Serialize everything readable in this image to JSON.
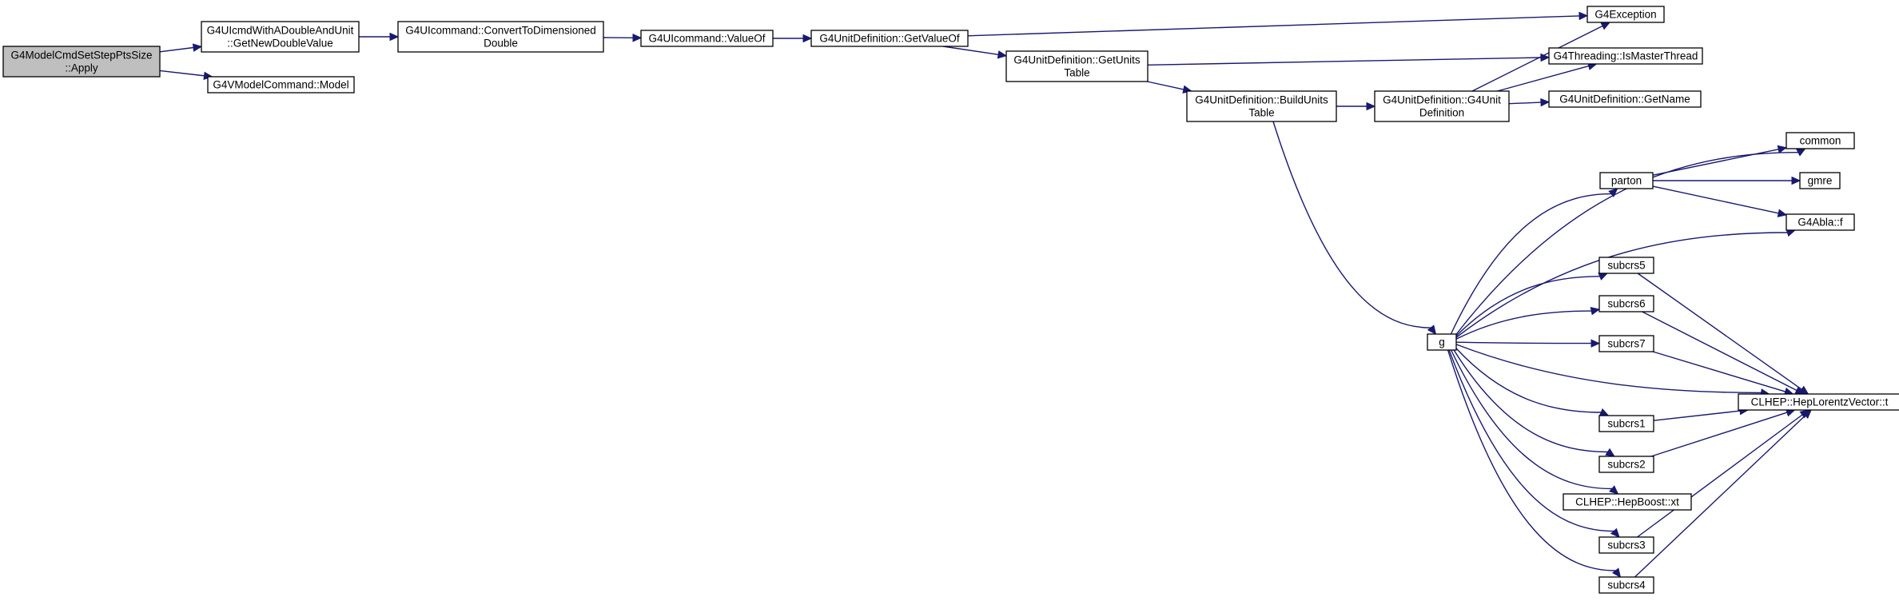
{
  "nodes": [
    {
      "id": "apply",
      "lines": [
        "G4ModelCmdSetStepPtsSize",
        "::Apply"
      ],
      "highlight": true
    },
    {
      "id": "getnewdouble",
      "lines": [
        "G4UIcmdWithADoubleAndUnit",
        "::GetNewDoubleValue"
      ]
    },
    {
      "id": "model",
      "lines": [
        "G4VModelCommand::Model"
      ]
    },
    {
      "id": "convert",
      "lines": [
        "G4UIcommand::ConvertToDimensioned",
        "Double"
      ]
    },
    {
      "id": "valueof",
      "lines": [
        "G4UIcommand::ValueOf"
      ]
    },
    {
      "id": "getvalueof",
      "lines": [
        "G4UnitDefinition::GetValueOf"
      ]
    },
    {
      "id": "getunitstable",
      "lines": [
        "G4UnitDefinition::GetUnits",
        "Table"
      ]
    },
    {
      "id": "g4exception",
      "lines": [
        "G4Exception"
      ]
    },
    {
      "id": "ismaster",
      "lines": [
        "G4Threading::IsMasterThread"
      ]
    },
    {
      "id": "buildunits",
      "lines": [
        "G4UnitDefinition::BuildUnits",
        "Table"
      ]
    },
    {
      "id": "g4unitdef",
      "lines": [
        "G4UnitDefinition::G4Unit",
        "Definition"
      ]
    },
    {
      "id": "getname",
      "lines": [
        "G4UnitDefinition::GetName"
      ]
    },
    {
      "id": "common",
      "lines": [
        "common"
      ]
    },
    {
      "id": "parton",
      "lines": [
        "parton"
      ]
    },
    {
      "id": "gmre",
      "lines": [
        "gmre"
      ]
    },
    {
      "id": "g4ablaf",
      "lines": [
        "G4Abla::f"
      ]
    },
    {
      "id": "g",
      "lines": [
        "g"
      ]
    },
    {
      "id": "subcrs5",
      "lines": [
        "subcrs5"
      ]
    },
    {
      "id": "subcrs6",
      "lines": [
        "subcrs6"
      ]
    },
    {
      "id": "subcrs7",
      "lines": [
        "subcrs7"
      ]
    },
    {
      "id": "heplorentz",
      "lines": [
        "CLHEP::HepLorentzVector::t"
      ]
    },
    {
      "id": "subcrs1",
      "lines": [
        "subcrs1"
      ]
    },
    {
      "id": "subcrs2",
      "lines": [
        "subcrs2"
      ]
    },
    {
      "id": "hepboost",
      "lines": [
        "CLHEP::HepBoost::xt"
      ]
    },
    {
      "id": "subcrs3",
      "lines": [
        "subcrs3"
      ]
    },
    {
      "id": "subcrs4",
      "lines": [
        "subcrs4"
      ]
    }
  ],
  "edges": [
    {
      "from": "apply",
      "to": "getnewdouble"
    },
    {
      "from": "apply",
      "to": "model"
    },
    {
      "from": "getnewdouble",
      "to": "convert"
    },
    {
      "from": "convert",
      "to": "valueof"
    },
    {
      "from": "valueof",
      "to": "getvalueof"
    },
    {
      "from": "getvalueof",
      "to": "g4exception"
    },
    {
      "from": "getvalueof",
      "to": "getunitstable"
    },
    {
      "from": "getunitstable",
      "to": "ismaster"
    },
    {
      "from": "getunitstable",
      "to": "buildunits"
    },
    {
      "from": "buildunits",
      "to": "g4unitdef"
    },
    {
      "from": "buildunits",
      "to": "g"
    },
    {
      "from": "g4unitdef",
      "to": "g4exception"
    },
    {
      "from": "g4unitdef",
      "to": "ismaster"
    },
    {
      "from": "g4unitdef",
      "to": "getname"
    },
    {
      "from": "g",
      "to": "common"
    },
    {
      "from": "g",
      "to": "parton"
    },
    {
      "from": "g",
      "to": "g4ablaf"
    },
    {
      "from": "g",
      "to": "subcrs5"
    },
    {
      "from": "g",
      "to": "subcrs6"
    },
    {
      "from": "g",
      "to": "subcrs7"
    },
    {
      "from": "g",
      "to": "heplorentz"
    },
    {
      "from": "g",
      "to": "subcrs1"
    },
    {
      "from": "g",
      "to": "subcrs2"
    },
    {
      "from": "g",
      "to": "hepboost"
    },
    {
      "from": "g",
      "to": "subcrs3"
    },
    {
      "from": "g",
      "to": "subcrs4"
    },
    {
      "from": "parton",
      "to": "common"
    },
    {
      "from": "parton",
      "to": "gmre"
    },
    {
      "from": "parton",
      "to": "g4ablaf"
    },
    {
      "from": "subcrs5",
      "to": "heplorentz"
    },
    {
      "from": "subcrs6",
      "to": "heplorentz"
    },
    {
      "from": "subcrs7",
      "to": "heplorentz"
    },
    {
      "from": "subcrs1",
      "to": "heplorentz"
    },
    {
      "from": "subcrs2",
      "to": "heplorentz"
    },
    {
      "from": "subcrs3",
      "to": "heplorentz"
    },
    {
      "from": "subcrs4",
      "to": "heplorentz"
    }
  ]
}
